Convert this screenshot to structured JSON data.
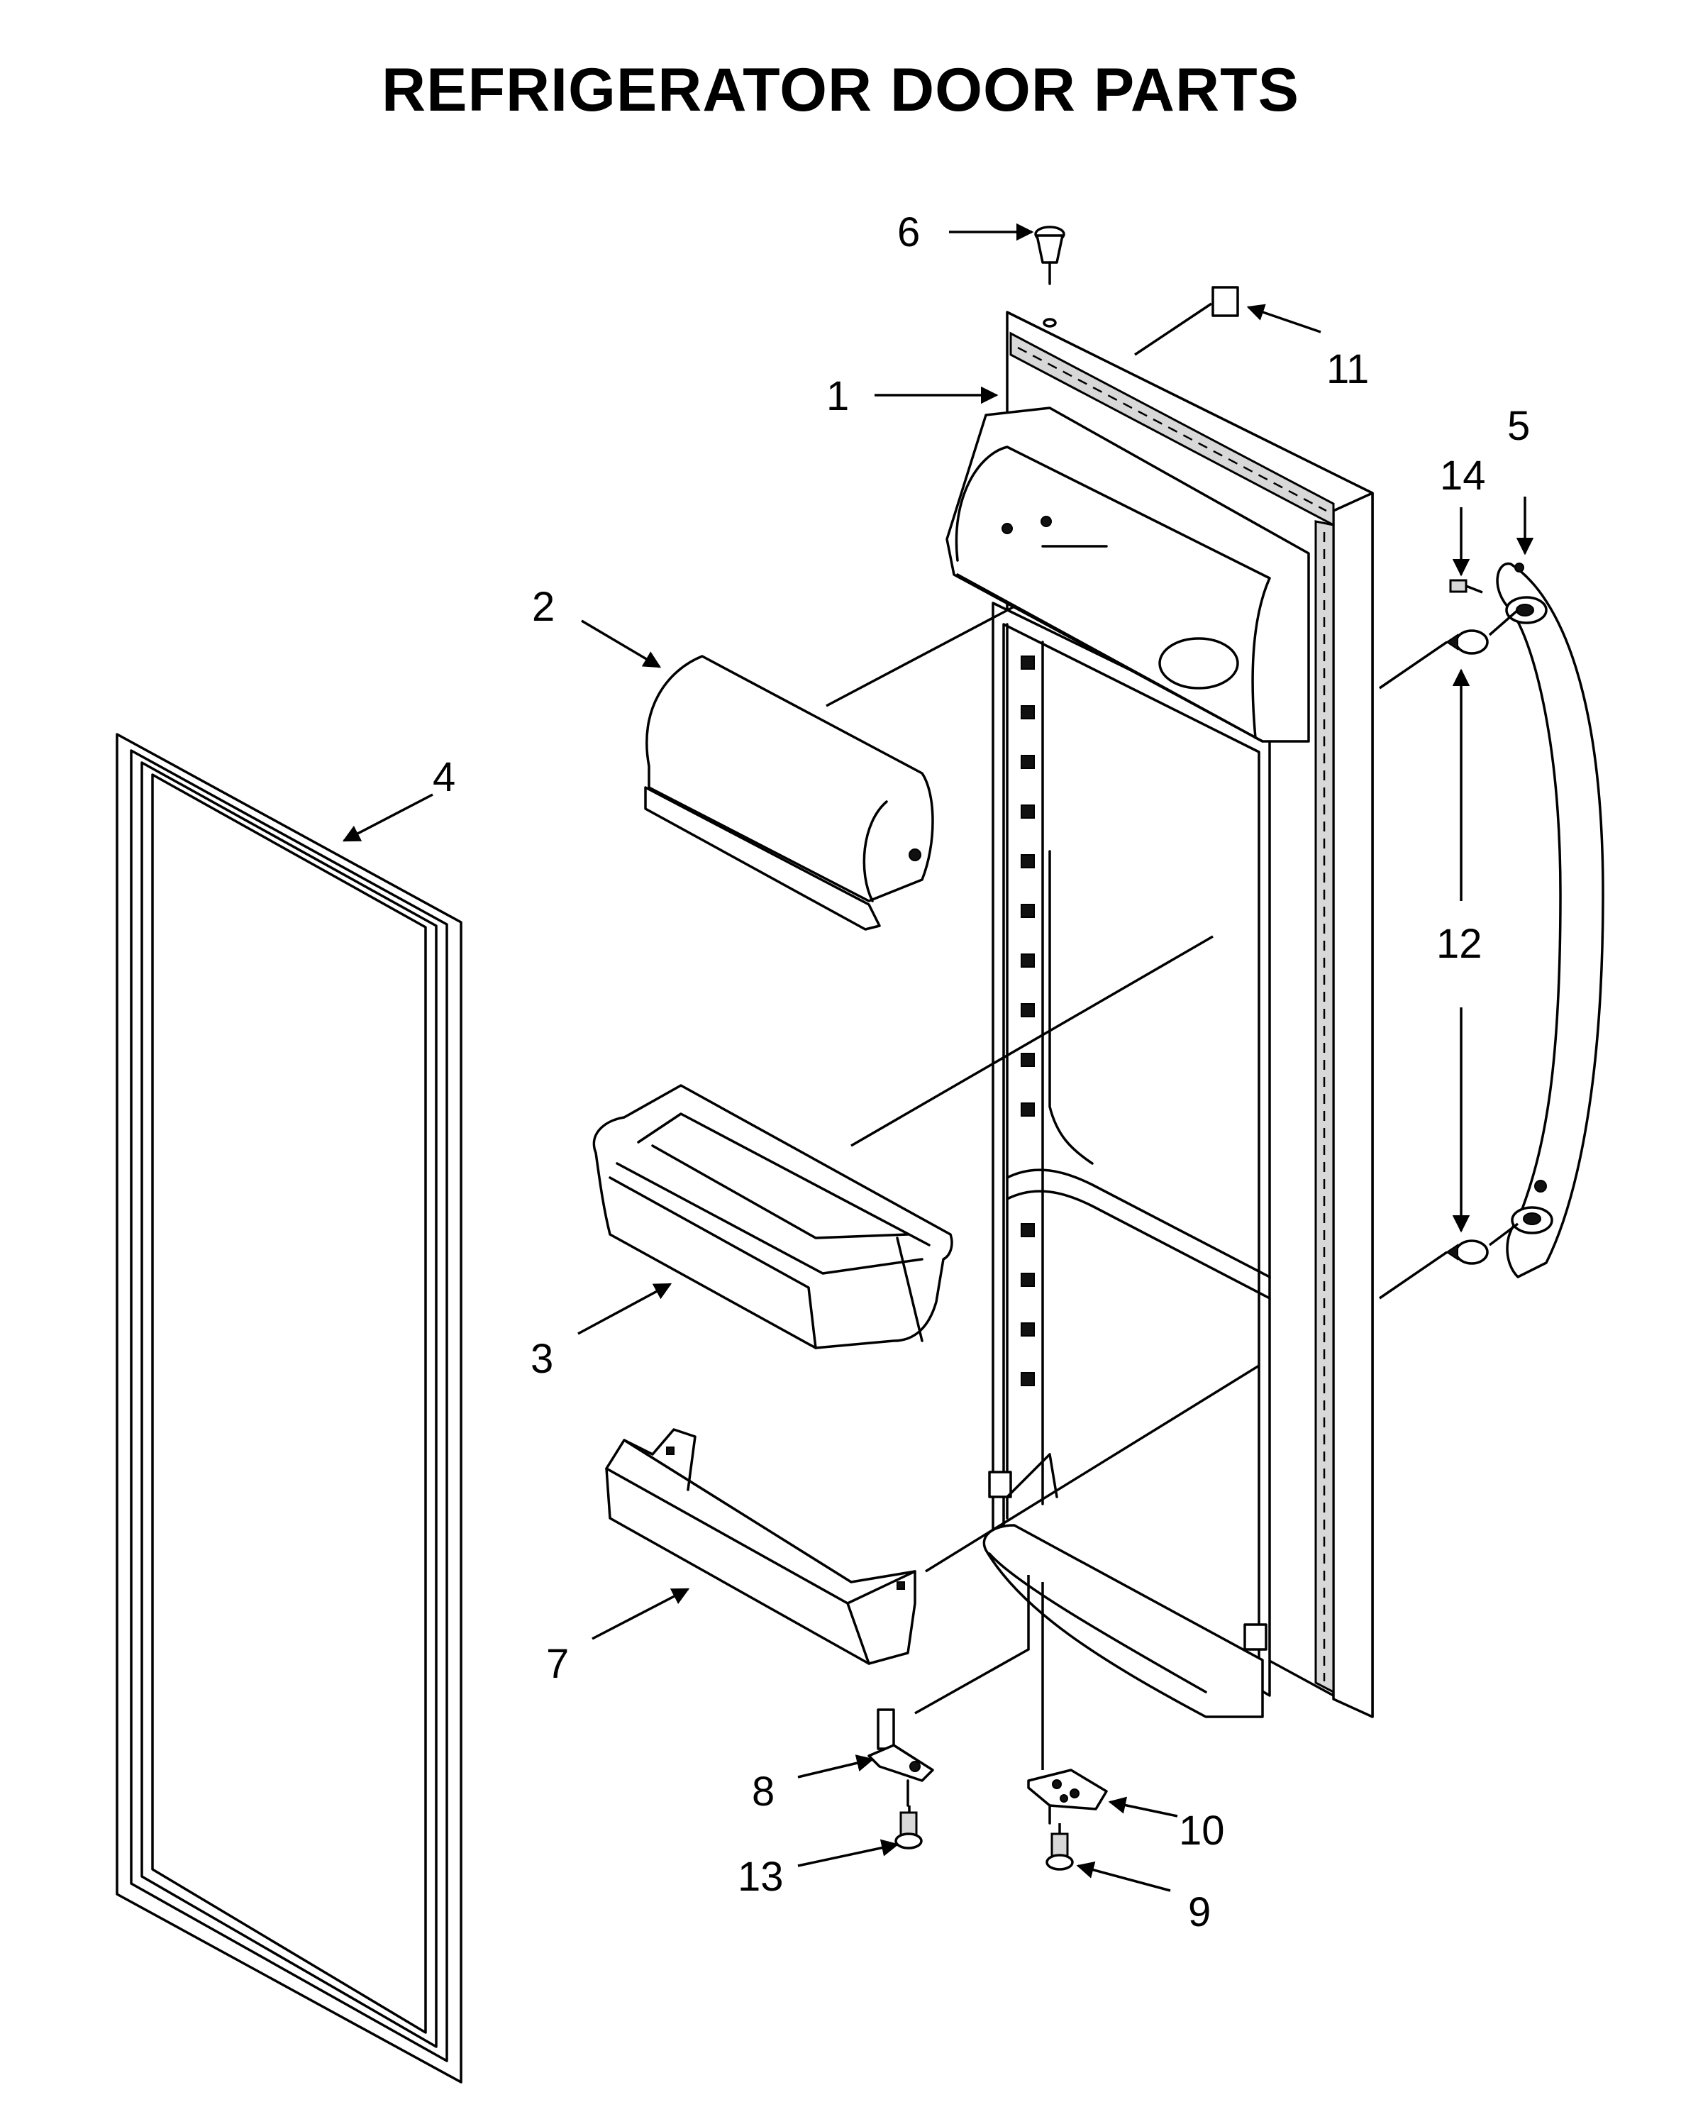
{
  "title": "REFRIGERATOR DOOR PARTS",
  "callouts": [
    {
      "id": "1",
      "label": "1"
    },
    {
      "id": "2",
      "label": "2"
    },
    {
      "id": "3",
      "label": "3"
    },
    {
      "id": "4",
      "label": "4"
    },
    {
      "id": "5",
      "label": "5"
    },
    {
      "id": "6",
      "label": "6"
    },
    {
      "id": "7",
      "label": "7"
    },
    {
      "id": "8",
      "label": "8"
    },
    {
      "id": "9",
      "label": "9"
    },
    {
      "id": "10",
      "label": "10"
    },
    {
      "id": "11",
      "label": "11"
    },
    {
      "id": "12",
      "label": "12"
    },
    {
      "id": "13",
      "label": "13"
    },
    {
      "id": "14",
      "label": "14"
    }
  ]
}
